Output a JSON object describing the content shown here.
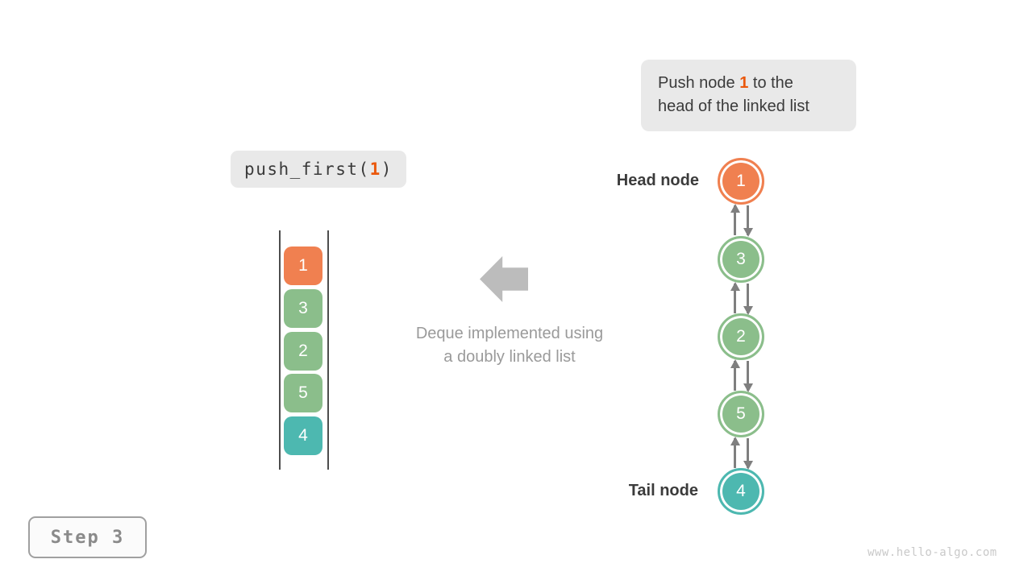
{
  "instruction_box": {
    "line1_prefix": "Push node ",
    "line1_highlight": "1",
    "line1_suffix": " to the",
    "line2": "head of the linked list"
  },
  "code_box": {
    "prefix": "push_first(",
    "arg": "1",
    "suffix": ")"
  },
  "deque_stack": {
    "items": [
      {
        "value": "1",
        "color": "#f08050"
      },
      {
        "value": "3",
        "color": "#8bbe8b"
      },
      {
        "value": "2",
        "color": "#8bbe8b"
      },
      {
        "value": "5",
        "color": "#8bbe8b"
      },
      {
        "value": "4",
        "color": "#4db8b0"
      }
    ]
  },
  "caption": {
    "line1": "Deque implemented using",
    "line2": "a doubly linked list"
  },
  "linked_list": {
    "head_label": "Head node",
    "tail_label": "Tail node",
    "nodes": [
      {
        "value": "1",
        "color": "#f08050"
      },
      {
        "value": "3",
        "color": "#8bbe8b"
      },
      {
        "value": "2",
        "color": "#8bbe8b"
      },
      {
        "value": "5",
        "color": "#8bbe8b"
      },
      {
        "value": "4",
        "color": "#4db8b0"
      }
    ]
  },
  "step_badge": {
    "label": "Step 3"
  },
  "watermark": "www.hello-algo.com",
  "colors": {
    "highlight_orange": "#ea580c",
    "arrow_gray": "#7f7f7f",
    "big_arrow": "#bcbcbc",
    "box_bg": "#e9e9e9",
    "orange_node": "#f08050",
    "green_node": "#8bbe8b",
    "teal_node": "#4db8b0"
  }
}
